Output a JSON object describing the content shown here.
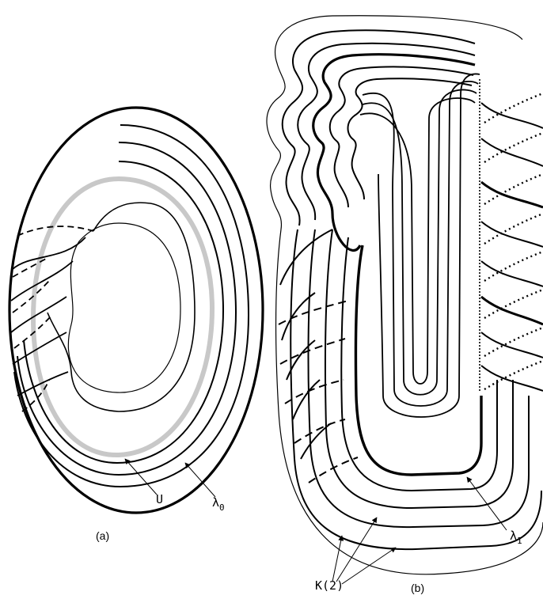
{
  "panel_a": {
    "caption": "(a)",
    "label_u": "U",
    "label_lambda": "λ",
    "label_lambda_sub": "0"
  },
  "panel_b": {
    "caption": "(b)",
    "label_k": "K(2)",
    "label_lambda": "λ",
    "label_lambda_sub": "1"
  },
  "colors": {
    "ink": "#000000",
    "highlight_curve": "#c8c8c8"
  }
}
